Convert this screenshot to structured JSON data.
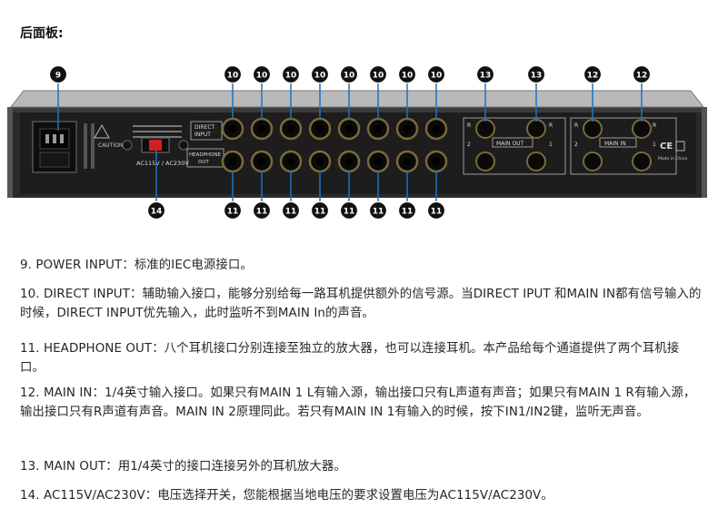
{
  "heading": "后面板:",
  "panel": {
    "direct_input_label": [
      "DIRECT",
      "INPUT"
    ],
    "headphone_out_label": [
      "HEADPHONE",
      "OUT"
    ],
    "main_out_label": "MAIN OUT",
    "main_in_label": "MAIN IN",
    "voltage_label": "AC115V / AC230V",
    "caution_label": "CAUTION",
    "made_in": "Made in China",
    "jack_side_labels": {
      "r": "R",
      "one": "1",
      "two": "2"
    }
  },
  "callouts": {
    "n9": "9",
    "n10": "10",
    "n11": "11",
    "n12": "12",
    "n13": "13",
    "n14": "14"
  },
  "descriptions": [
    "9. POWER INPUT：标准的IEC电源接口。",
    "10. DIRECT INPUT：辅助输入接口，能够分别给每一路耳机提供额外的信号源。当DIRECT IPUT 和MAIN IN都有信号输入的时候，DIRECT INPUT优先输入，此时监听不到MAIN In的声音。",
    "11. HEADPHONE OUT：八个耳机接口分别连接至独立的放大器，也可以连接耳机。本产品给每个通道提供了两个耳机接口。",
    "12. MAIN IN：1/4英寸输入接口。如果只有MAIN 1 L有输入源，输出接口只有L声道有声音；如果只有MAIN 1 R有输入源，输出接口只有R声道有声音。MAIN IN 2原理同此。若只有MAIN IN 1有输入的时候，按下IN1/IN2键，监听无声音。",
    "13. MAIN OUT：用1/4英寸的接口连接另外的耳机放大器。",
    "14. AC115V/AC230V：电压选择开关，您能根据当地电压的要求设置电压为AC115V/AC230V。"
  ],
  "colors": {
    "panel": "#242424",
    "panel_edge": "#8a8a8a",
    "callout_line": "#1e73be",
    "callout_badge": "#111111",
    "switch_red": "#d21f1f"
  }
}
